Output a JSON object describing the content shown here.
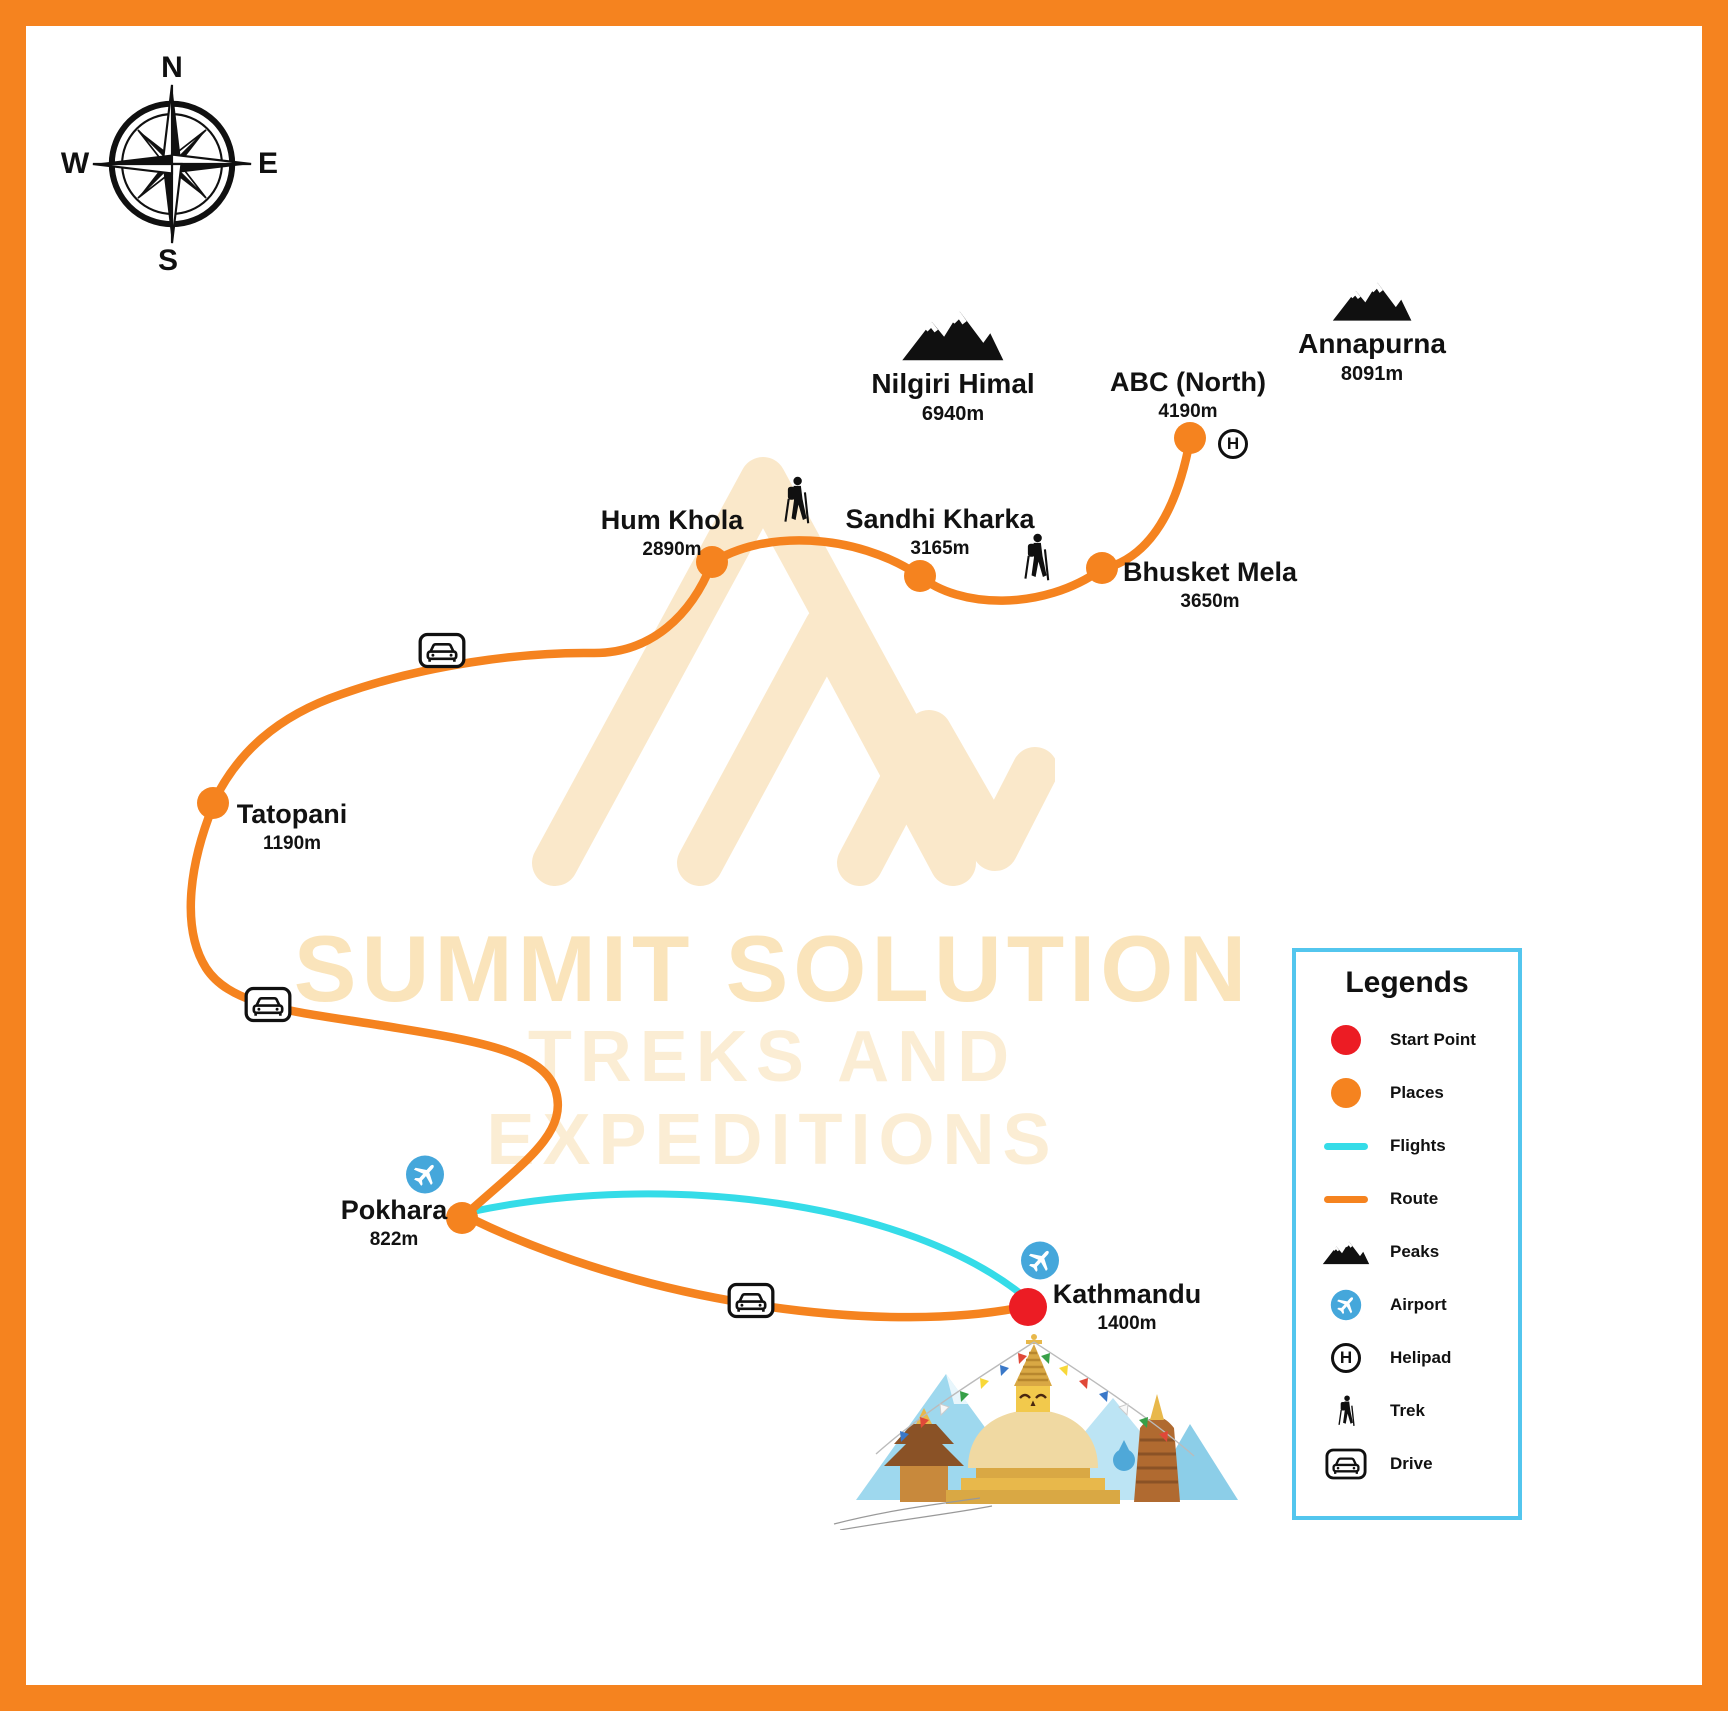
{
  "colors": {
    "frame_orange": "#F5831F",
    "route_orange": "#F5831F",
    "flight_cyan": "#35DCE8",
    "start_red": "#EC1C24",
    "airport_blue": "#45A7DB",
    "legend_border_blue": "#53C6EE",
    "watermark_cream": "#FAE2B4"
  },
  "compass": {
    "north": "N",
    "east": "E",
    "south": "S",
    "west": "W"
  },
  "peaks": [
    {
      "name": "Nilgiri Himal",
      "elevation": "6940m"
    },
    {
      "name": "Annapurna",
      "elevation": "8091m"
    }
  ],
  "places": [
    {
      "name": "Kathmandu",
      "elevation": "1400m",
      "marker": "start-point",
      "features": [
        "airport"
      ]
    },
    {
      "name": "Pokhara",
      "elevation": "822m",
      "marker": "place",
      "features": [
        "airport"
      ]
    },
    {
      "name": "Tatopani",
      "elevation": "1190m",
      "marker": "place",
      "features": []
    },
    {
      "name": "Hum Khola",
      "elevation": "2890m",
      "marker": "place",
      "features": []
    },
    {
      "name": "Sandhi Kharka",
      "elevation": "3165m",
      "marker": "place",
      "features": []
    },
    {
      "name": "Bhusket Mela",
      "elevation": "3650m",
      "marker": "place",
      "features": []
    },
    {
      "name": "ABC (North)",
      "elevation": "4190m",
      "marker": "place",
      "features": [
        "helipad"
      ]
    }
  ],
  "watermark": {
    "line1": "SUMMIT SOLUTION",
    "line2": "TREKS AND EXPEDITIONS"
  },
  "legend": {
    "title": "Legends",
    "items": [
      {
        "icon": "start-point-icon",
        "label": "Start Point"
      },
      {
        "icon": "place-icon",
        "label": "Places"
      },
      {
        "icon": "flight-line-icon",
        "label": "Flights"
      },
      {
        "icon": "route-line-icon",
        "label": "Route"
      },
      {
        "icon": "peaks-icon",
        "label": "Peaks"
      },
      {
        "icon": "airport-icon",
        "label": "Airport"
      },
      {
        "icon": "helipad-icon",
        "label": "Helipad"
      },
      {
        "icon": "trek-icon",
        "label": "Trek"
      },
      {
        "icon": "drive-icon",
        "label": "Drive"
      }
    ]
  },
  "icons": {
    "helipad_glyph": "H"
  }
}
